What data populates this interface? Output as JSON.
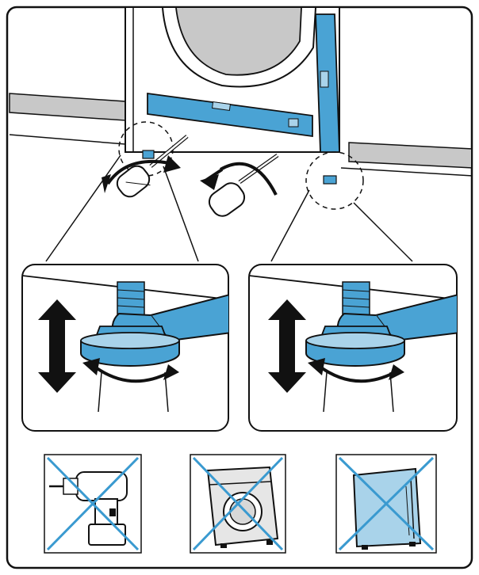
{
  "figure": {
    "kind": "installation-instruction-illustration",
    "colors": {
      "outline": "#111111",
      "accent_blue": "#4aa3d4",
      "accent_blue_light": "#a9d3ea",
      "wall_gray": "#c8c8c8",
      "cross_blue": "#3a9ad0",
      "background": "#ffffff"
    },
    "steps": [
      {
        "name": "leveling-overview",
        "icons": [
          "washing-machine-icon",
          "spirit-level-icon",
          "screwdriver-icon",
          "rotation-arrow-icon"
        ]
      },
      {
        "name": "detail-left-foot",
        "icons": [
          "adjustable-foot-icon",
          "wrench-icon",
          "up-down-arrow-icon",
          "rotation-arrow-icon"
        ]
      },
      {
        "name": "detail-right-foot",
        "icons": [
          "adjustable-foot-icon",
          "wrench-icon",
          "up-down-arrow-icon",
          "rotation-arrow-icon"
        ]
      }
    ],
    "prohibitions": [
      {
        "name": "no-power-drill",
        "icon": "power-drill-icon"
      },
      {
        "name": "no-tilting-machine",
        "icon": "tilted-washing-machine-icon"
      },
      {
        "name": "no-laying-machine-on-side",
        "icon": "machine-on-side-icon"
      }
    ]
  }
}
